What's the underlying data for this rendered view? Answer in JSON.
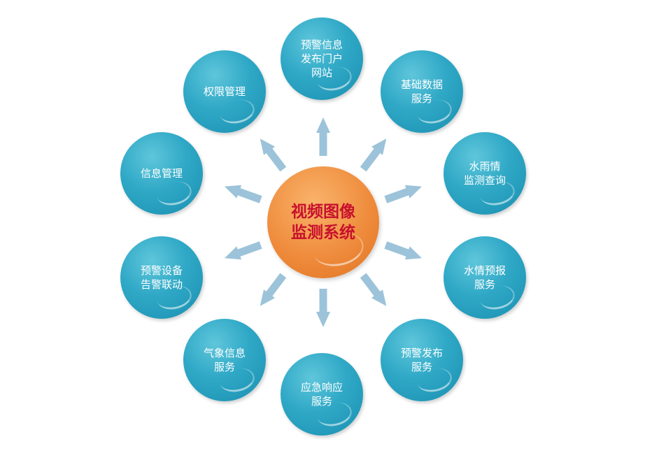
{
  "center": {
    "label": "视频图像\n监测系统",
    "color": "#ee8a3a",
    "text_color": "#c8102e"
  },
  "nodes": [
    {
      "label": "预警信息\n发布门户\n网站"
    },
    {
      "label": "基础数据\n服务"
    },
    {
      "label": "水雨情\n监测查询"
    },
    {
      "label": "水情预报\n服务"
    },
    {
      "label": "预警发布\n服务"
    },
    {
      "label": "应急响应\n服务"
    },
    {
      "label": "气象信息\n服务"
    },
    {
      "label": "预警设备\n告警联动"
    },
    {
      "label": "信息管理"
    },
    {
      "label": "权限管理"
    }
  ],
  "colors": {
    "node": "#2fa8c6",
    "arrow": "#9cc3d9"
  },
  "arrow_count": 10
}
